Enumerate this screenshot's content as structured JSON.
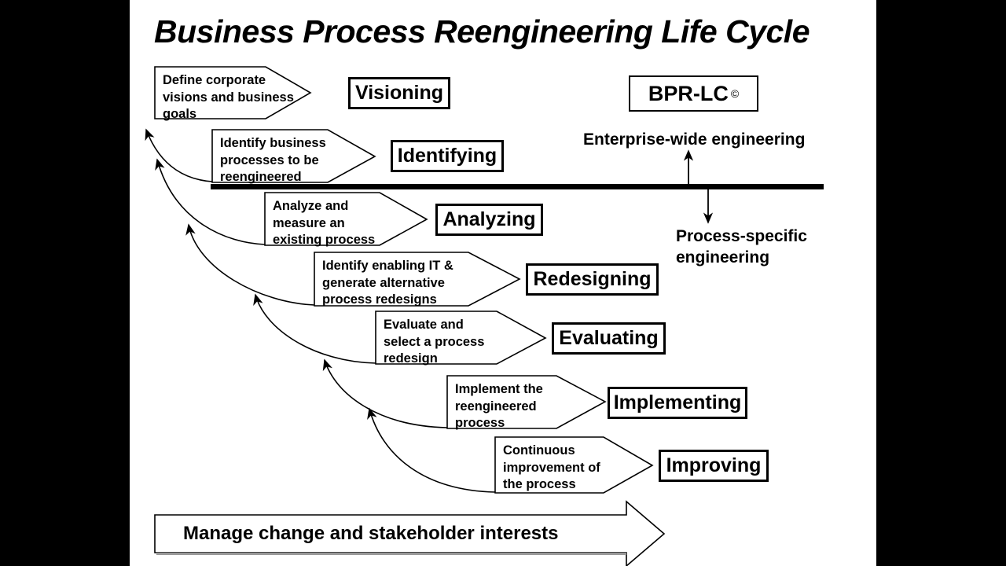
{
  "title": "Business Process Reengineering Life Cycle",
  "badge": {
    "label": "BPR-LC",
    "superscript": "©"
  },
  "axis": {
    "above_label": "Enterprise-wide engineering",
    "below_label": "Process-specific\nengineering"
  },
  "phases": [
    {
      "description": "Define corporate\nvisions and business\ngoals",
      "stage": "Visioning"
    },
    {
      "description": "Identify business\nprocesses to be\nreengineered",
      "stage": "Identifying"
    },
    {
      "description": "Analyze and\nmeasure an\nexisting process",
      "stage": "Analyzing"
    },
    {
      "description": "Identify enabling IT &\ngenerate alternative\nprocess redesigns",
      "stage": "Redesigning"
    },
    {
      "description": "Evaluate and\nselect a process\nredesign",
      "stage": "Evaluating"
    },
    {
      "description": "Implement the\nreengineered\nprocess",
      "stage": "Implementing"
    },
    {
      "description": "Continuous\nimprovement of\nthe process",
      "stage": "Improving"
    }
  ],
  "banner": {
    "label": "Manage change and stakeholder interests"
  },
  "colors": {
    "ink": "#000000",
    "paper": "#ffffff",
    "letterbox": "#000000"
  }
}
